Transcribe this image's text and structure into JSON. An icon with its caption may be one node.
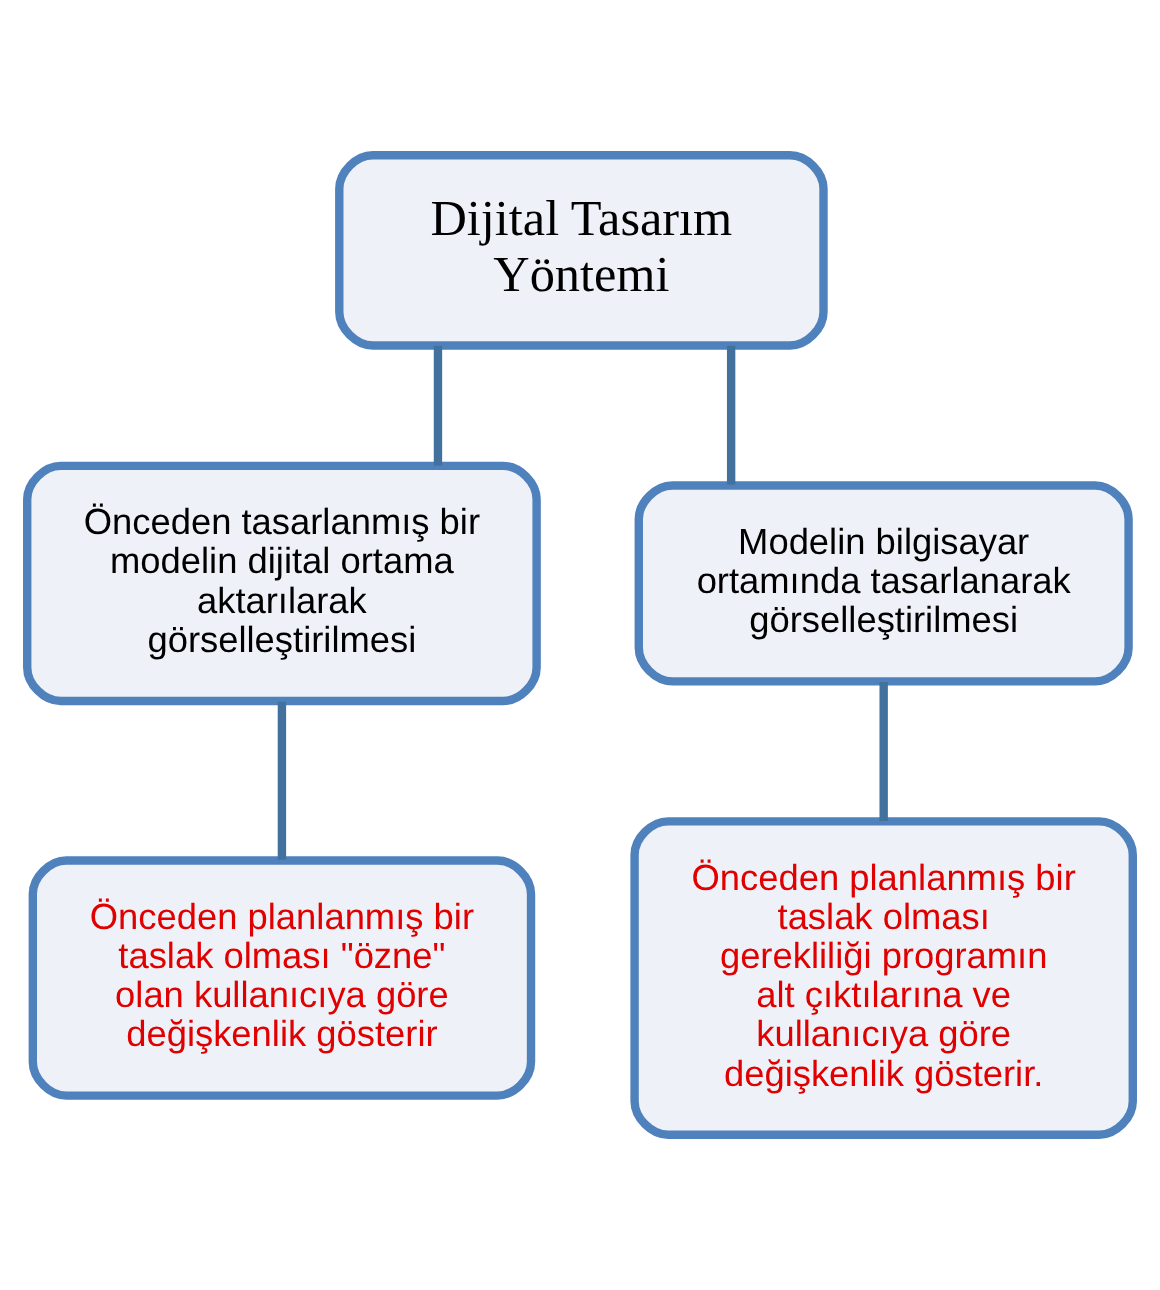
{
  "diagram": {
    "nodes": [
      {
        "text": [
          "Dijital Tasarım Yöntemi"
        ]
      },
      {
        "text": [
          "Önceden tasarlanmış bir modelin dijital ortama aktarılarak görselleştirilmesi"
        ]
      },
      {
        "text": [
          "Modelin bilgisayar ortamında tasarlanarak görselleştirilmesi"
        ]
      },
      {
        "text": [
          "Önceden planlanmış bir taslak olması \"özne\" olan kullanıcıya göre değişkenlik gösterir"
        ]
      },
      {
        "text": [
          "Önceden planlanmış bir taslak olması gerekliliği programın alt çıktılarına ve kullanıcıya göre değişkenlik gösterir."
        ]
      }
    ],
    "edges": [
      {
        "from": 0,
        "to": 1,
        "arrow": "none"
      },
      {
        "from": 0,
        "to": 2,
        "arrow": "none"
      },
      {
        "from": 1,
        "to": 3,
        "arrow": "none"
      },
      {
        "from": 2,
        "to": 4,
        "arrow": "none"
      }
    ]
  }
}
